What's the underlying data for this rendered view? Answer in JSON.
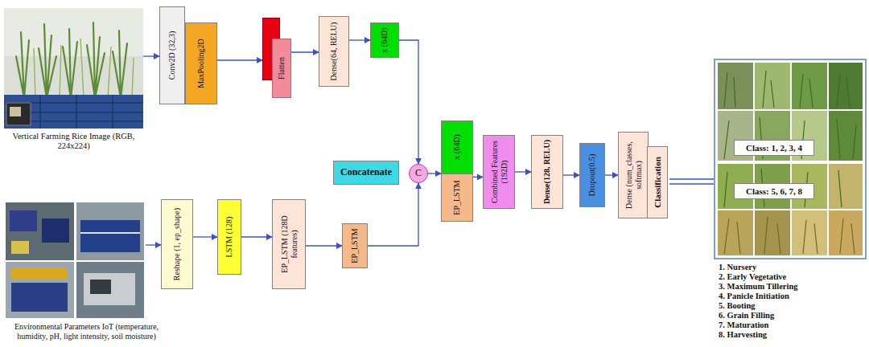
{
  "diagram": {
    "nodes": [
      {
        "text": [
          "Vertical Farming Rice Image (RGB, 224x224)"
        ]
      },
      {
        "text": [
          "Conv2D (32,3)"
        ]
      },
      {
        "text": [
          "MaxPooling2D"
        ]
      },
      {
        "text": [
          "Flatten"
        ]
      },
      {
        "text": [
          "Dense(64, RELU)"
        ]
      },
      {
        "text": [
          "x (64D)"
        ]
      },
      {
        "text": [
          "Concatenate"
        ]
      },
      {
        "text": [
          "C"
        ]
      },
      {
        "text": [
          "Environmental Parameters IoT (temperature, humidity, pH, light intensity, soil moisture)"
        ]
      },
      {
        "text": [
          "Reshape (1, ep_shape)"
        ]
      },
      {
        "text": [
          "LSTM (128)"
        ]
      },
      {
        "text": [
          "EP_LSTM (128D features)"
        ]
      },
      {
        "text": [
          "EP_LSTM"
        ]
      },
      {
        "text": [
          "x (64D)"
        ]
      },
      {
        "text": [
          "EP_LSTM"
        ]
      },
      {
        "text": [
          "Combined Features (192D)"
        ]
      },
      {
        "text": [
          "Dense(128, RELU)"
        ]
      },
      {
        "text": [
          "Dropout(0.5)"
        ]
      },
      {
        "text": [
          "Dense (num_classes, softmax)"
        ]
      },
      {
        "text": [
          "Classification"
        ]
      },
      {
        "text": [
          "Class: 1, 2, 3, 4"
        ]
      },
      {
        "text": [
          "Class: 5, 6, 7, 8"
        ]
      }
    ],
    "edges": [
      {
        "from": 0,
        "to": 1,
        "arrow": "to"
      },
      {
        "from": 2,
        "to": 3,
        "arrow": "to"
      },
      {
        "from": 3,
        "to": 4,
        "arrow": "to"
      },
      {
        "from": 4,
        "to": 5,
        "arrow": "to"
      },
      {
        "from": 5,
        "to": 7,
        "arrow": "to"
      },
      {
        "from": 8,
        "to": 9,
        "arrow": "to"
      },
      {
        "from": 9,
        "to": 10,
        "arrow": "to"
      },
      {
        "from": 10,
        "to": 11,
        "arrow": "to"
      },
      {
        "from": 11,
        "to": 12,
        "arrow": "to"
      },
      {
        "from": 12,
        "to": 7,
        "arrow": "to"
      },
      {
        "from": 7,
        "to": 13,
        "arrow": "to"
      },
      {
        "from": 14,
        "to": 15,
        "arrow": "to"
      },
      {
        "from": 15,
        "to": 16,
        "arrow": "to"
      },
      {
        "from": 16,
        "to": 17,
        "arrow": "to"
      },
      {
        "from": 17,
        "to": 18,
        "arrow": "to"
      }
    ],
    "labels": [
      "1. Nursery",
      "2. Early Vegetative",
      "3. Maximum Tillering",
      "4. Panicle Initiation",
      "5. Booting",
      "6. Grain Filling",
      "7. Maturation",
      "8. Harvesting"
    ]
  }
}
